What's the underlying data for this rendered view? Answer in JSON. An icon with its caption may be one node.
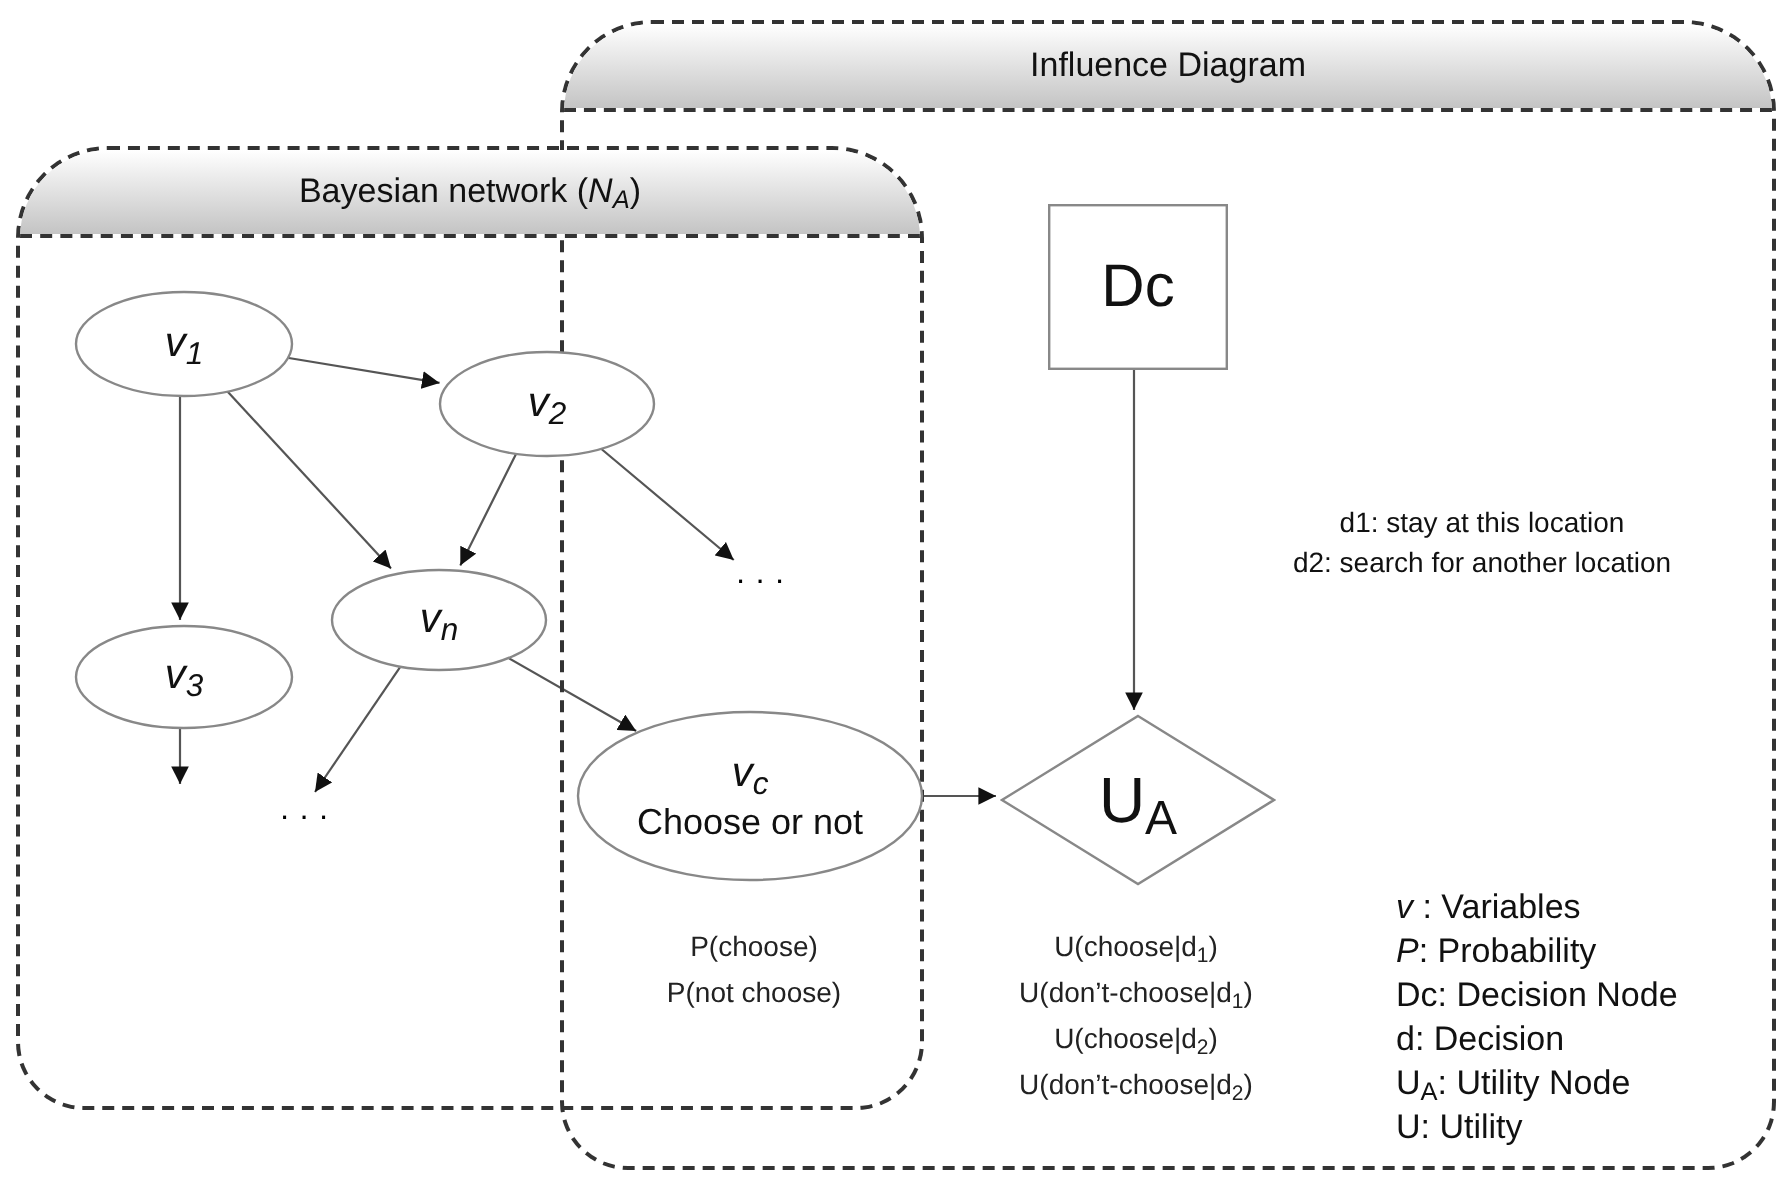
{
  "diagram": {
    "nodes": [
      {
        "text": [
          "Influence Diagram"
        ]
      },
      {
        "text": [
          "Bayesian network (*N*$_{A}$)"
        ]
      },
      {
        "text": [
          "v$_{1}$"
        ],
        "in": 1
      },
      {
        "text": [
          "v$_{2}$"
        ],
        "in": 1
      },
      {
        "text": [
          "· · ·"
        ]
      },
      {
        "text": [
          "v$_{n}$"
        ],
        "in": 1
      },
      {
        "text": [
          "v$_{3}$"
        ],
        "in": 1
      },
      {
        "text": [
          "v$_{c}$",
          "Choose or not"
        ],
        "beside": [
          "P(choose)",
          "P(not choose)"
        ]
      },
      {
        "text": [
          "· · ·"
        ],
        "in": 1
      },
      {
        "text": [
          "Dc"
        ],
        "in": 0
      },
      {
        "text": [
          "U$_{A}$"
        ],
        "in": 0,
        "beside": [
          "U(choose|d$_{1}$)",
          "U(don’t-choose|d$_{1}$)",
          "U(choose|d$_{2}$)",
          "U(don’t-choose|d$_{2}$)"
        ]
      }
    ],
    "edges": [
      {
        "from": 2,
        "to": 3,
        "arrow": "to"
      },
      {
        "from": 2,
        "to": 6,
        "arrow": "to"
      },
      {
        "from": 2,
        "to": 5,
        "arrow": "to"
      },
      {
        "from": 3,
        "to": 5,
        "arrow": "to"
      },
      {
        "from": 3,
        "to": 4,
        "arrow": "to"
      },
      {
        "from": 5,
        "to": 7,
        "arrow": "to"
      },
      {
        "from": 5,
        "to": 8,
        "arrow": "to"
      },
      {
        "from": 6,
        "to": null,
        "arrow": "to"
      },
      {
        "from": 7,
        "to": 10,
        "arrow": "to"
      },
      {
        "from": 9,
        "to": 10,
        "arrow": "to"
      }
    ],
    "labels": [
      "d1: stay at this location",
      "d2: search for another location",
      "*v* : Variables",
      "*P*: Probability",
      "Dc: Decision Node",
      "d: Decision",
      "U$_{A}$: Utility Node",
      "U: Utility"
    ]
  }
}
